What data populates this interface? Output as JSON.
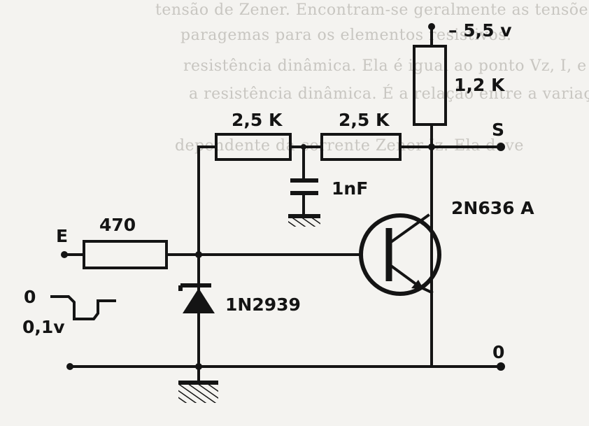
{
  "background_text": [
    "tensão de Zener. Encontram-se geralmente as tensões",
    "paragemas para os elementos resistivos.",
    "resistência dinâmica. Ela é igual ao ponto Vz, I, e depende",
    "a resistência dinâmica. É a relação entre a variação de",
    "dependente da corrente Zener Iz. Ela deve"
  ],
  "labels": {
    "supply_voltage": "– 5,5 v",
    "r_supply": "1,2 K",
    "r_left": "2,5 K",
    "r_right": "2,5 K",
    "output": "S",
    "capacitor": "1nF",
    "transistor": "2N636 A",
    "r_input": "470",
    "input": "E",
    "pulse_high": "0",
    "pulse_low": "0,1v",
    "zener": "1N2939",
    "ground_out": "0"
  },
  "colors": {
    "ink": "#141414",
    "paper": "#f4f3f0",
    "bleed": "#c8c6c1"
  }
}
